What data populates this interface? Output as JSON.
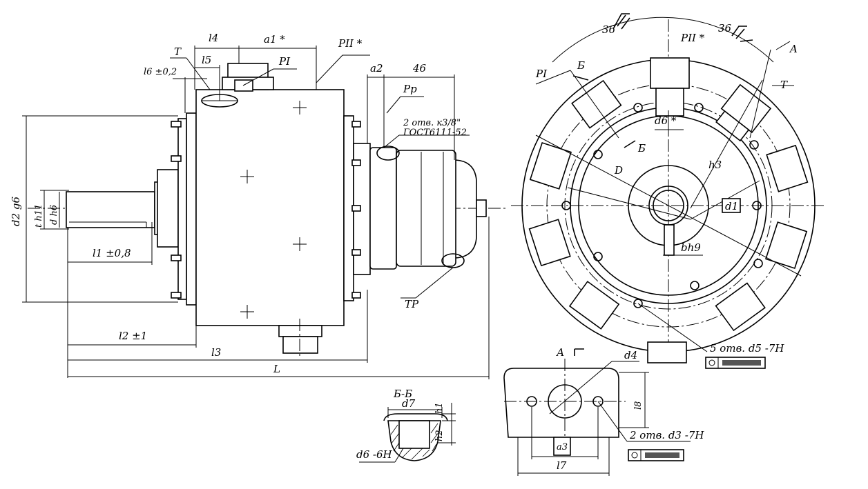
{
  "side_view": {
    "labels": {
      "l4": "l4",
      "a1": "a1 *",
      "p2": "PII *",
      "t": "T",
      "l5": "l5",
      "p1": "PI",
      "l6": "l6 ±0,2",
      "a2": "a2",
      "dim46": "46",
      "pp": "Pp",
      "hole_note_1": "2 отв. к3/8\"",
      "hole_note_2": "ГОСТ6111-52",
      "d2": "d2 g6",
      "t_h11": "t h11",
      "d_h6": "d h6",
      "l1": "l1 ±0,8",
      "l2": "l2 ±1",
      "l3": "l3",
      "big_l": "L",
      "tp": "TP"
    }
  },
  "end_view": {
    "labels": {
      "roughness_left": "36",
      "roughness_right": "36",
      "p2": "PII *",
      "a_arrow": "A",
      "p1": "PI",
      "b_mark": "Б",
      "b_mark_2": "Б",
      "t": "T",
      "d6": "d6 *",
      "big_d": "D",
      "h3": "h3",
      "d1": "d1",
      "bh9": "bh9",
      "holes_5": "5 отв. d5 -7H"
    }
  },
  "section_bb": {
    "title": "Б-Б",
    "d7": "d7",
    "h1": "h1",
    "h2": "h2",
    "d6_6h": "d6 -6H"
  },
  "view_a": {
    "title": "А",
    "d4": "d4",
    "l8": "l8",
    "a3": "a3",
    "l7": "l7",
    "holes_2": "2 отв. d3 -7H"
  }
}
